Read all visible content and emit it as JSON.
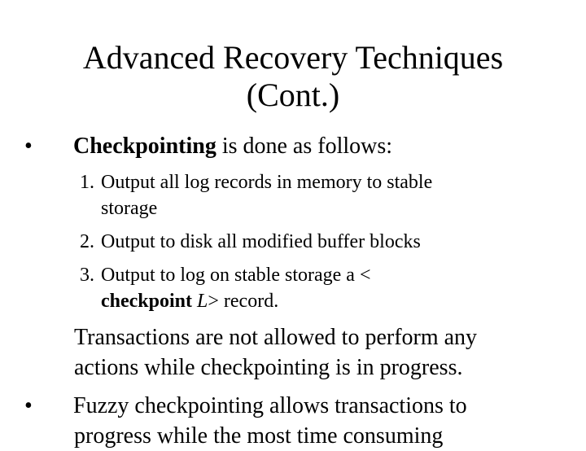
{
  "title": {
    "line1": "Advanced Recovery Techniques",
    "line2": "(Cont.)"
  },
  "bullets": [
    {
      "marker": "•",
      "bold": "Checkpointing",
      "rest": " is done as follows:"
    },
    {
      "marker": "•",
      "text": "Fuzzy checkpointing allows transactions to"
    }
  ],
  "steps": [
    {
      "num": "1.",
      "line1": "Output all log records in memory to stable",
      "line2": "storage"
    },
    {
      "num": "2.",
      "line1": "Output to disk all modified buffer blocks"
    },
    {
      "num": "3.",
      "line1": "Output to log on stable storage a <",
      "line2_bold": "checkpoint",
      "line2_italic": "L",
      "line2_rest": "> record."
    }
  ],
  "note": {
    "line1": "Transactions are not allowed to perform any",
    "line2": "actions while checkpointing is in progress."
  },
  "cutoff_line": "progress while the most time consuming"
}
